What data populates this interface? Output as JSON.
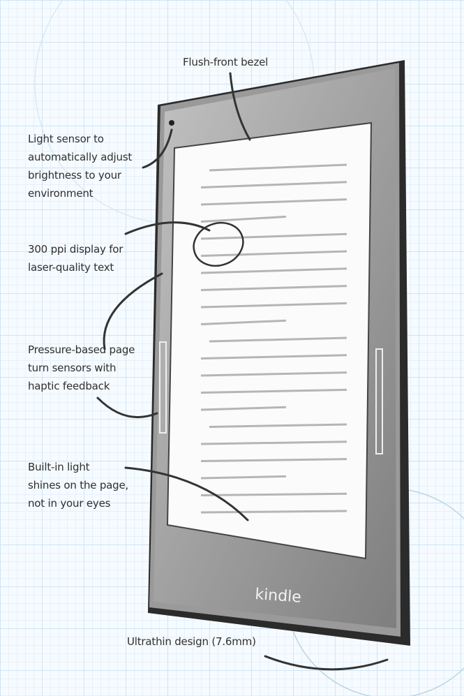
{
  "annotations": {
    "bezel": "Flush-front bezel",
    "light_sensor": "Light sensor to\nautomatically adjust\nbrightness to your\nenvironment",
    "display": "300 ppi display for\nlaser-quality text",
    "page_turn": "Pressure-based page\nturn sensors with\nhaptic feedback",
    "light": "Built-in light\nshines on the page,\nnot in your eyes",
    "thin": "Ultrathin design (7.6mm)"
  },
  "device": {
    "logo": "kindle"
  },
  "colors": {
    "body": "#8f8f8f",
    "screen": "#fbfbfb",
    "ink": "#333333",
    "grid": "#cfe4f5"
  }
}
